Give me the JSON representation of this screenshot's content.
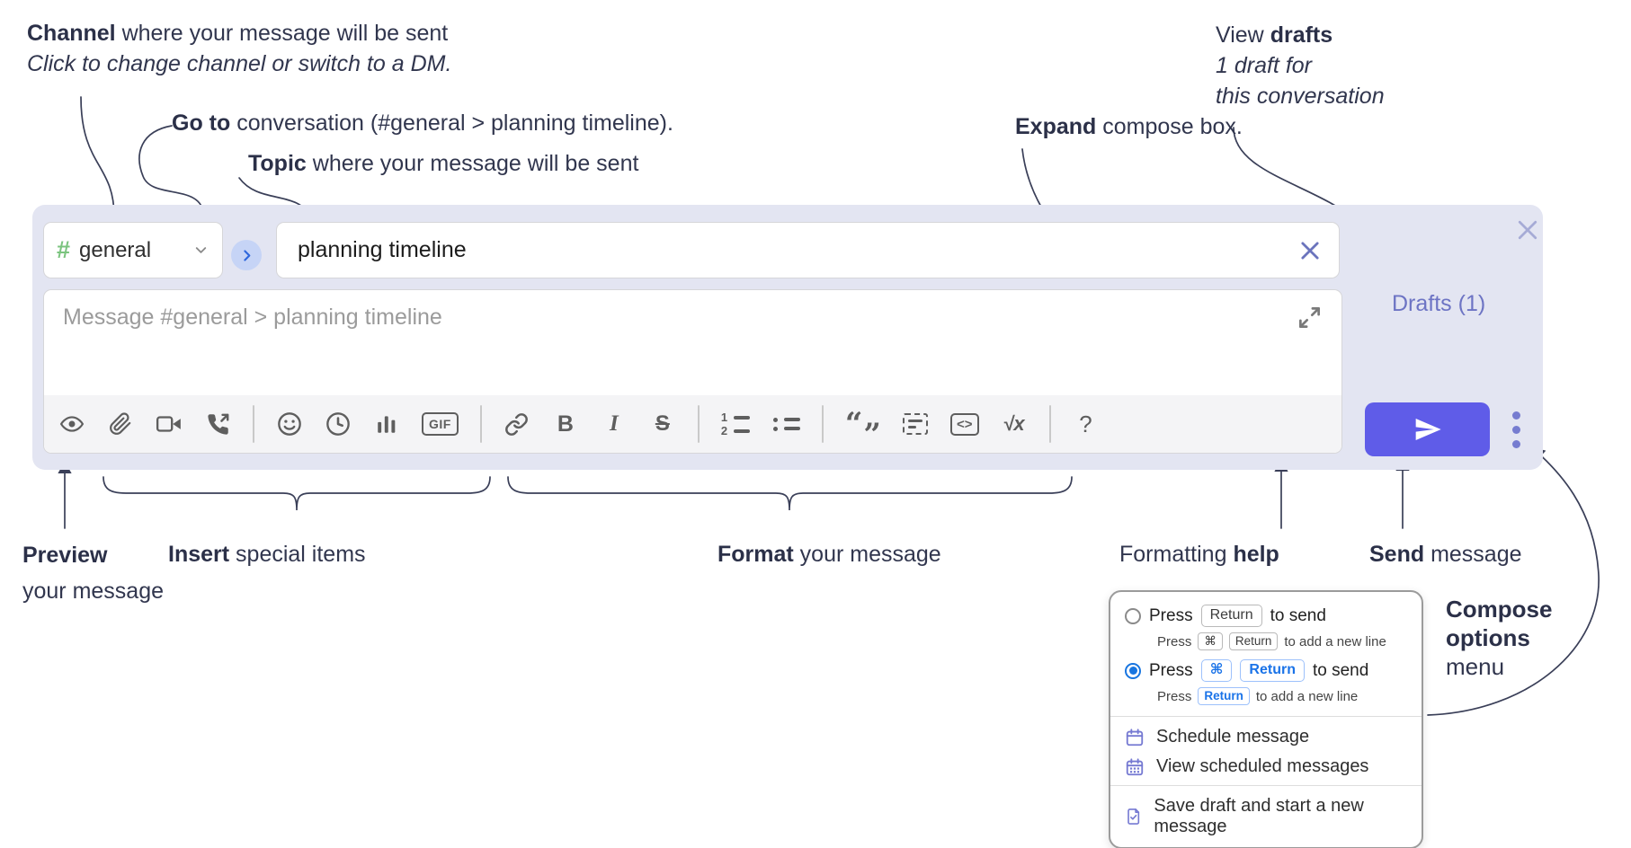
{
  "annotations": {
    "channel": {
      "bold": "Channel",
      "rest": " where your message will be sent",
      "sub": "Click to change channel or switch to a DM."
    },
    "goto": {
      "bold": "Go to",
      "rest": " conversation (#general > planning timeline)."
    },
    "topic": {
      "bold": "Topic",
      "rest": " where your message will be sent"
    },
    "expand": {
      "bold": "Expand",
      "rest": " compose box."
    },
    "view_drafts": {
      "pre": "View ",
      "bold": "drafts",
      "line2": "1 draft for",
      "line3": "this conversation"
    },
    "preview": {
      "bold": "Preview",
      "line2": "your message"
    },
    "insert": {
      "bold": "Insert",
      "rest": " special items"
    },
    "format": {
      "bold": "Format",
      "rest": " your message"
    },
    "formatting_help": {
      "pre": "Formatting ",
      "bold": "help"
    },
    "send": {
      "bold": "Send",
      "rest": " message"
    },
    "compose_options": {
      "line1": "Compose",
      "line2": "options",
      "line3": "menu"
    }
  },
  "compose": {
    "channel": {
      "hash": "#",
      "name": "general"
    },
    "topic_value": "planning timeline",
    "message_placeholder": "Message #general > planning timeline",
    "drafts_link": "Drafts (1)",
    "toolbar": {
      "gif": "GIF",
      "bold": "B",
      "italic": "I",
      "strike": "S",
      "math": "√x",
      "help": "?",
      "code": "<>",
      "num1": "1",
      "num2": "2",
      "quote_open": "“",
      "quote_close": "”"
    }
  },
  "popup": {
    "options": [
      {
        "press": "Press",
        "keys": [
          "Return"
        ],
        "suffix": "to send",
        "sub_press": "Press",
        "sub_keys": [
          "⌘",
          "Return"
        ],
        "sub_suffix": "to add a new line",
        "selected": false
      },
      {
        "press": "Press",
        "keys": [
          "⌘",
          "Return"
        ],
        "suffix": "to send",
        "sub_press": "Press",
        "sub_keys": [
          "Return"
        ],
        "sub_suffix": "to add a new line",
        "selected": true
      }
    ],
    "menu": [
      {
        "label": "Schedule message"
      },
      {
        "label": "View scheduled messages"
      },
      {
        "label": "Save draft and start a new message"
      }
    ]
  },
  "colors": {
    "compose_bg": "#e3e5f2",
    "send_button": "#5f5ce8",
    "accent_purple": "#6d74c4",
    "channel_hash_green": "#7bc47f",
    "goto_blue": "#2d66dd",
    "radio_selected_blue": "#1875e0",
    "key_blue": "#1a73e8",
    "annotation_ink": "#31364e",
    "icon_gray": "#5e5e5e"
  }
}
